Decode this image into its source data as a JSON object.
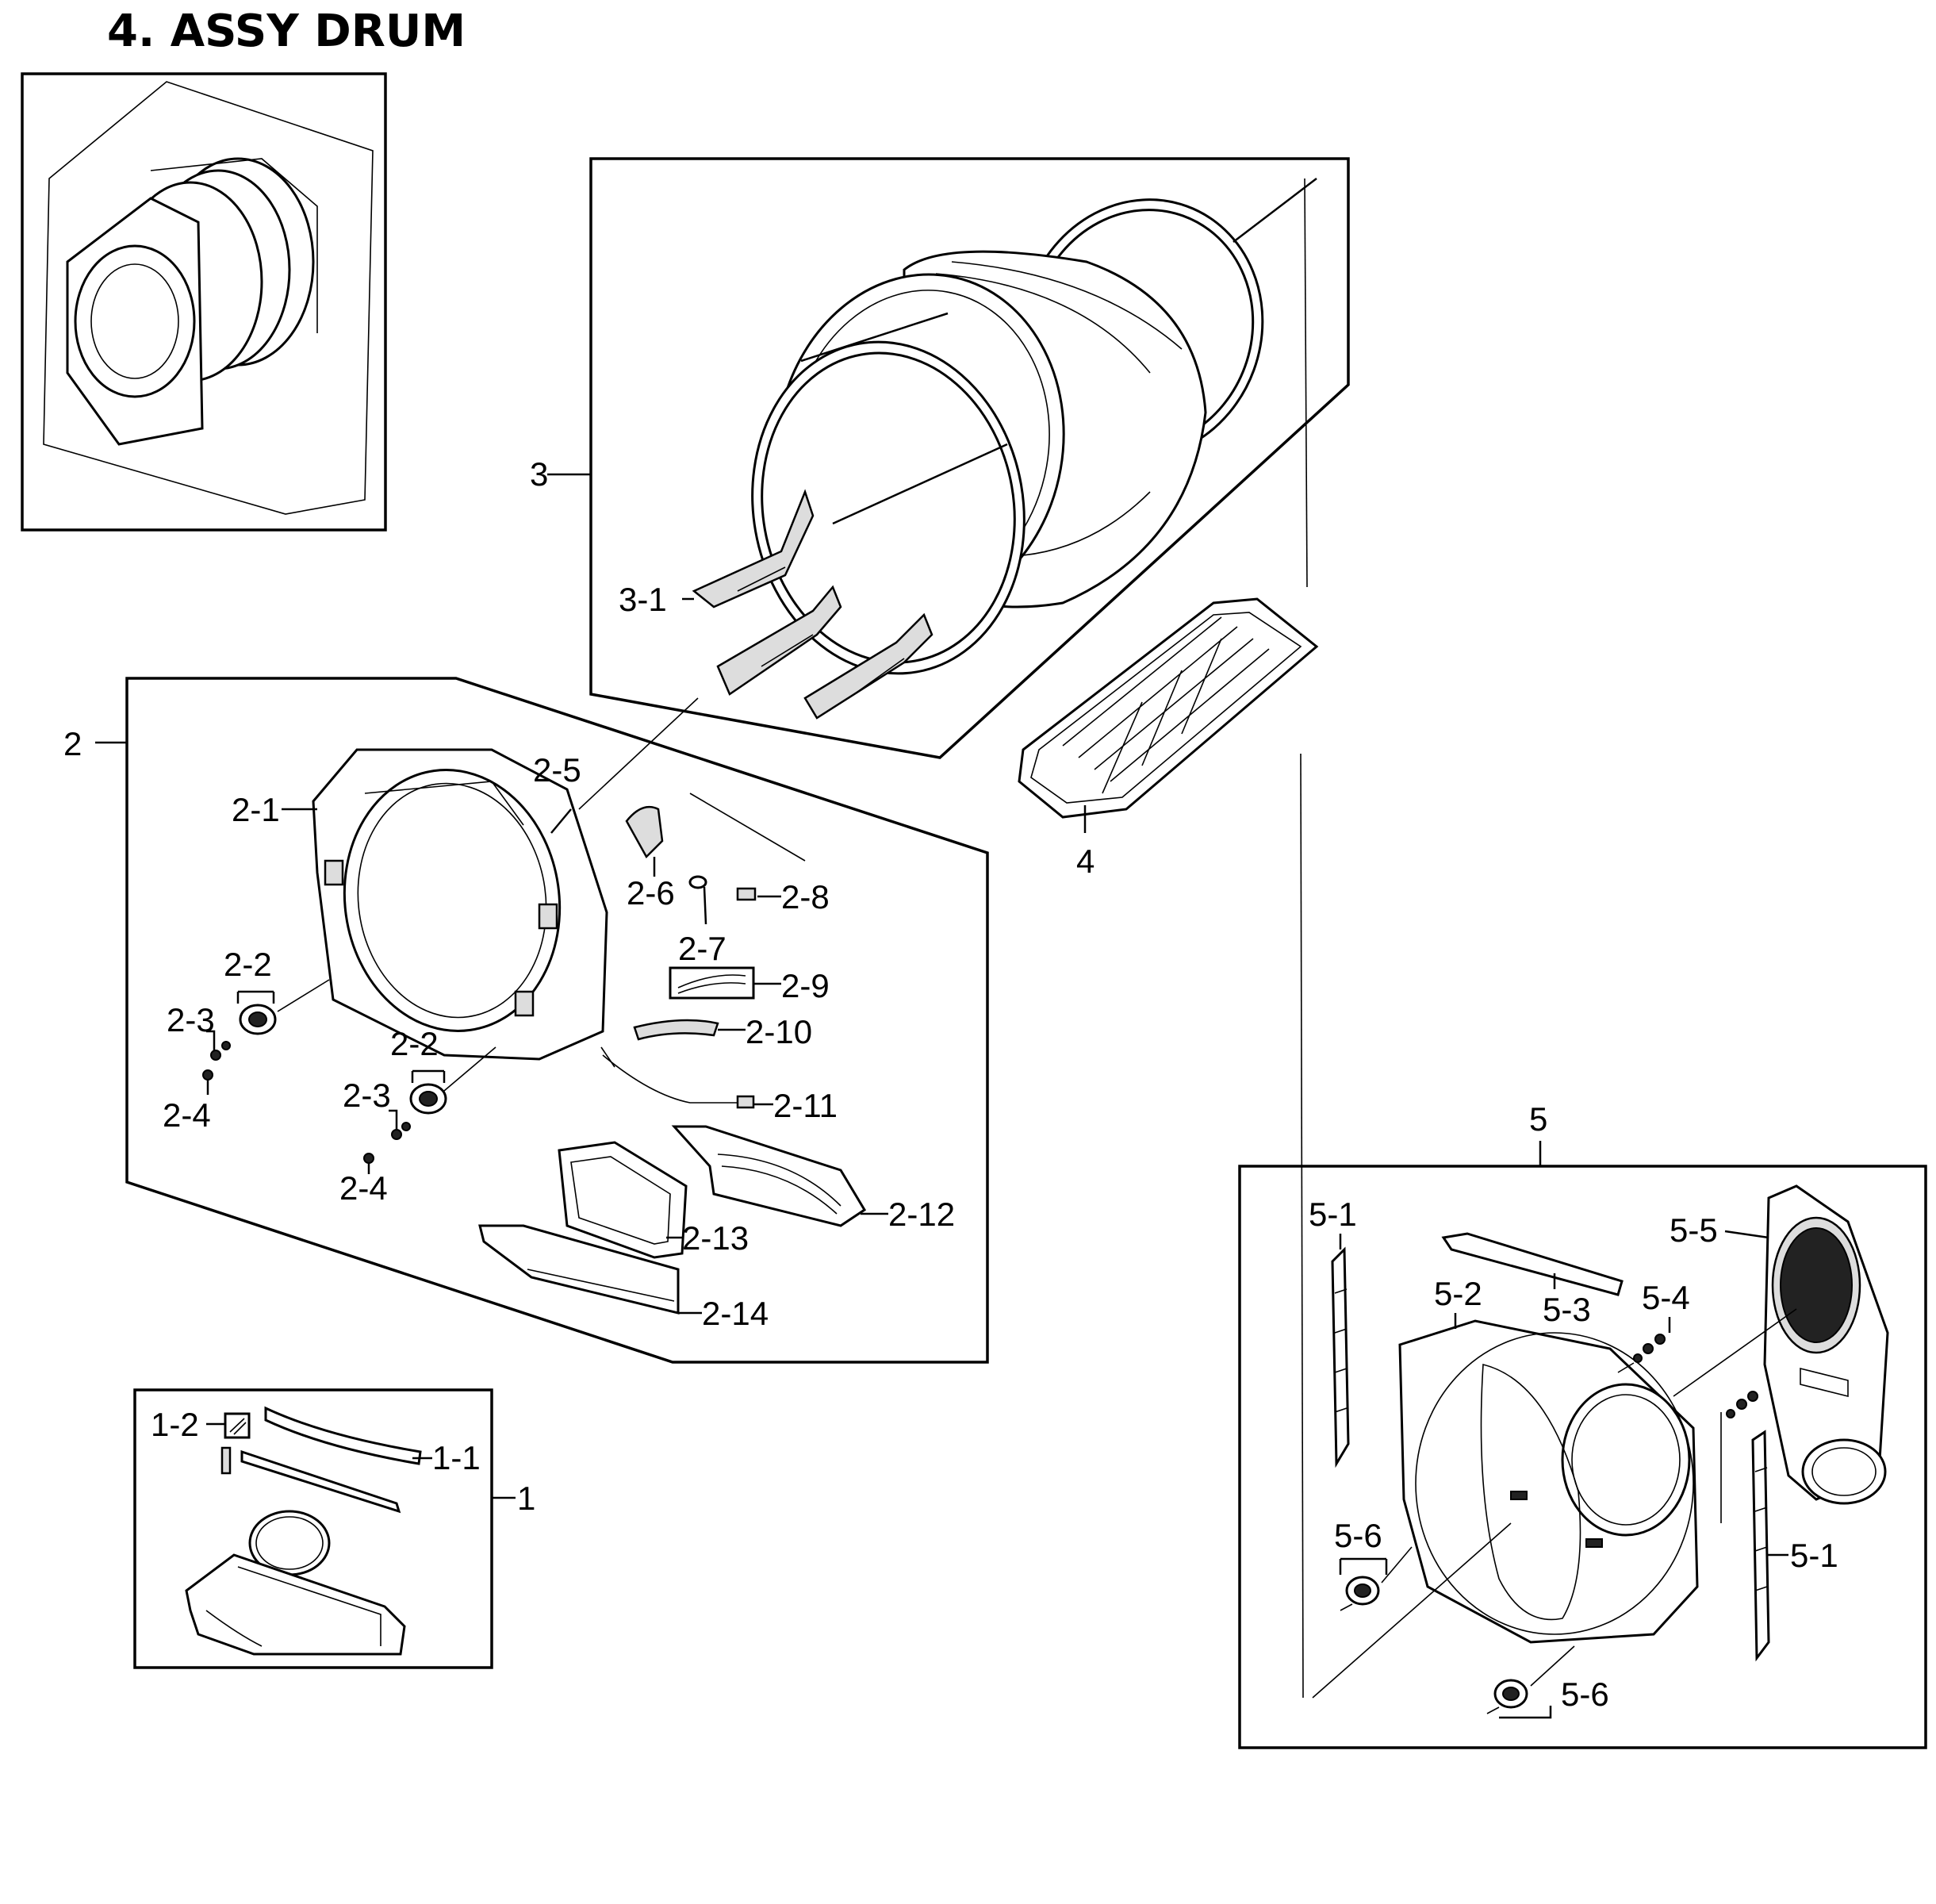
{
  "title": "4. ASSY DRUM",
  "labels": {
    "g1": "1",
    "p1_1": "1-1",
    "p1_2": "1-2",
    "g2": "2",
    "p2_1": "2-1",
    "p2_2a": "2-2",
    "p2_2b": "2-2",
    "p2_3a": "2-3",
    "p2_3b": "2-3",
    "p2_4a": "2-4",
    "p2_4b": "2-4",
    "p2_5": "2-5",
    "p2_6": "2-6",
    "p2_7": "2-7",
    "p2_8": "2-8",
    "p2_9": "2-9",
    "p2_10": "2-10",
    "p2_11": "2-11",
    "p2_12": "2-12",
    "p2_13": "2-13",
    "p2_14": "2-14",
    "g3": "3",
    "p3_1": "3-1",
    "g4": "4",
    "g5": "5",
    "p5_1a": "5-1",
    "p5_1b": "5-1",
    "p5_2": "5-2",
    "p5_3": "5-3",
    "p5_4": "5-4",
    "p5_5": "5-5",
    "p5_6a": "5-6",
    "p5_6b": "5-6"
  }
}
